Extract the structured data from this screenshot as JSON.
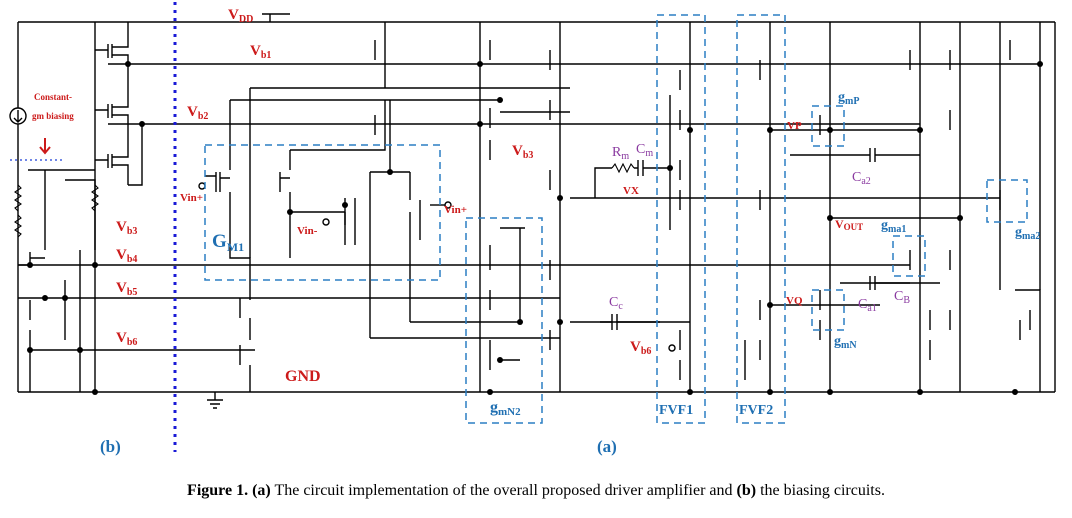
{
  "labels": {
    "vdd": "V",
    "vdd_sub": "DD",
    "vb1": "V",
    "vb1_sub": "b1",
    "vb2": "V",
    "vb2_sub": "b2",
    "vb3_left": "V",
    "vb3_left_sub": "b3",
    "vb3_mid": "V",
    "vb3_mid_sub": "b3",
    "vb4": "V",
    "vb4_sub": "b4",
    "vb5": "V",
    "vb5_sub": "b5",
    "vb6_left": "V",
    "vb6_left_sub": "b6",
    "vb6_mid": "V",
    "vb6_mid_sub": "b6",
    "gnd": "GND",
    "constant_line1": "Constant-",
    "constant_line2": "gm biasing",
    "arrow_down": "↓",
    "vin_plus_left": "Vin+",
    "vin_minus": "Vin-",
    "vin_plus_right": "Vin+",
    "gm1": "G",
    "gm1_sub": "M1",
    "rm": "R",
    "rm_sub": "m",
    "cm": "C",
    "cm_sub": "m",
    "vx": "VX",
    "cc": "C",
    "cc_sub": "c",
    "vp": "VP",
    "vq": "VQ",
    "vout": "V",
    "vout_sub": "OUT",
    "ca2": "C",
    "ca2_sub": "a2",
    "ca1": "C",
    "ca1_sub": "a1",
    "cb": "C",
    "cb_sub": "B",
    "gmp": "g",
    "gmp_sub": "mP",
    "gmn": "g",
    "gmn_sub": "mN",
    "gma1": "g",
    "gma1_sub": "ma1",
    "gma2": "g",
    "gma2_sub": "ma2",
    "gmn2": "g",
    "gmn2_sub": "mN2",
    "fvf1": "FVF1",
    "fvf2": "FVF2",
    "panel_b": "(b)",
    "panel_a": "(a)"
  },
  "caption": {
    "figure": "Figure 1.",
    "part_a_label": "(a)",
    "part_a_text": " The circuit implementation of the overall proposed driver amplifier and ",
    "part_b_label": "(b)",
    "part_b_text": " the biasing circuits."
  },
  "colors": {
    "label_blue": "#1f6fb2",
    "label_red": "#cc1a1a",
    "box_blue": "#2b7fc4",
    "divider_blue": "#1a1ad6",
    "rc_purple": "#8a3aa0"
  }
}
